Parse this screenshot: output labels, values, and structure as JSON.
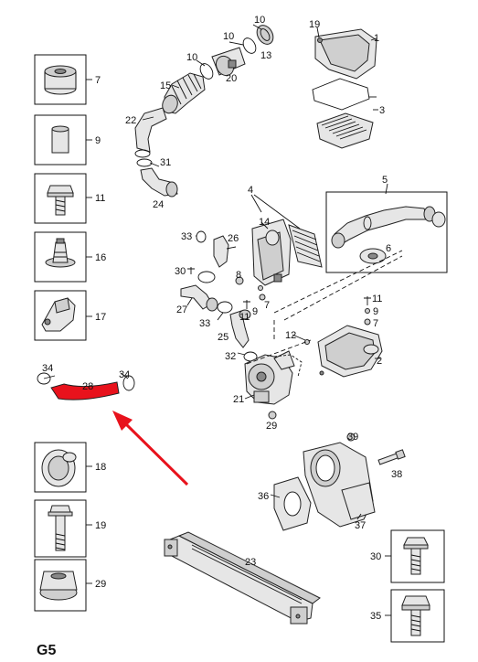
{
  "page_code": "G5",
  "side_panel_labels": [
    "7",
    "9",
    "11",
    "16",
    "17",
    "18",
    "19",
    "29"
  ],
  "right_panel_labels": [
    "30",
    "35"
  ],
  "callouts": {
    "n1": "1",
    "n2": "2",
    "n3": "3",
    "n4": "4",
    "n5": "5",
    "n6": "6",
    "n7a": "7",
    "n7b": "7",
    "n8": "8",
    "n9a": "9",
    "n9b": "9",
    "n10a": "10",
    "n10b": "10",
    "n10c": "10",
    "n11a": "11",
    "n11b": "11",
    "n12": "12",
    "n13": "13",
    "n14": "14",
    "n15": "15",
    "n19": "19",
    "n20": "20",
    "n21": "21",
    "n22": "22",
    "n23": "23",
    "n24": "24",
    "n25": "25",
    "n26": "26",
    "n27": "27",
    "n28": "28",
    "n29": "29",
    "n30": "30",
    "n31": "31",
    "n32": "32",
    "n33a": "33",
    "n33b": "33",
    "n34a": "34",
    "n34b": "34",
    "n35": "35",
    "n36": "36",
    "n37": "37",
    "n38": "38",
    "n39": "39"
  },
  "colors": {
    "highlight_hose": "#e8121c",
    "arrow": "#e8121c",
    "line": "#111111",
    "part_fill": "#e6e6e6"
  }
}
